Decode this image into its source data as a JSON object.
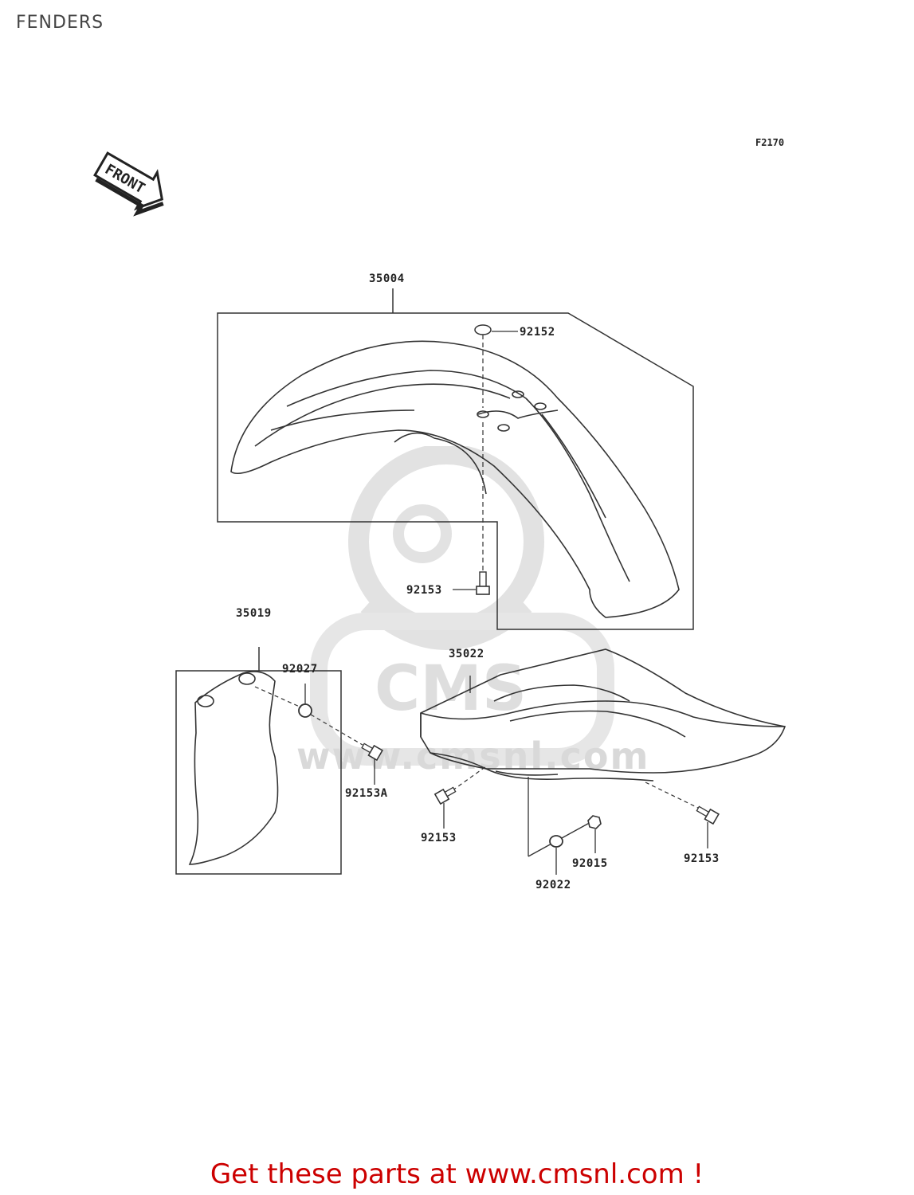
{
  "header": {
    "title": "FENDERS",
    "figure_code": "F2170"
  },
  "front_indicator": {
    "text": "FRONT",
    "icon": "front-arrow-icon"
  },
  "watermark": {
    "brand": "CMS",
    "url": "www.cmsnl.com"
  },
  "parts": {
    "p35004": "35004",
    "p92152": "92152",
    "p92153_top": "92153",
    "p35019": "35019",
    "p92027": "92027",
    "p92153A": "92153A",
    "p35022": "35022",
    "p92153_left": "92153",
    "p92015": "92015",
    "p92022": "92022",
    "p92153_right": "92153"
  },
  "footer": {
    "link_text": "Get these parts at www.cmsnl.com !"
  },
  "colors": {
    "line": "#333333",
    "footer": "#cc0000",
    "watermark": "#dddddd"
  }
}
